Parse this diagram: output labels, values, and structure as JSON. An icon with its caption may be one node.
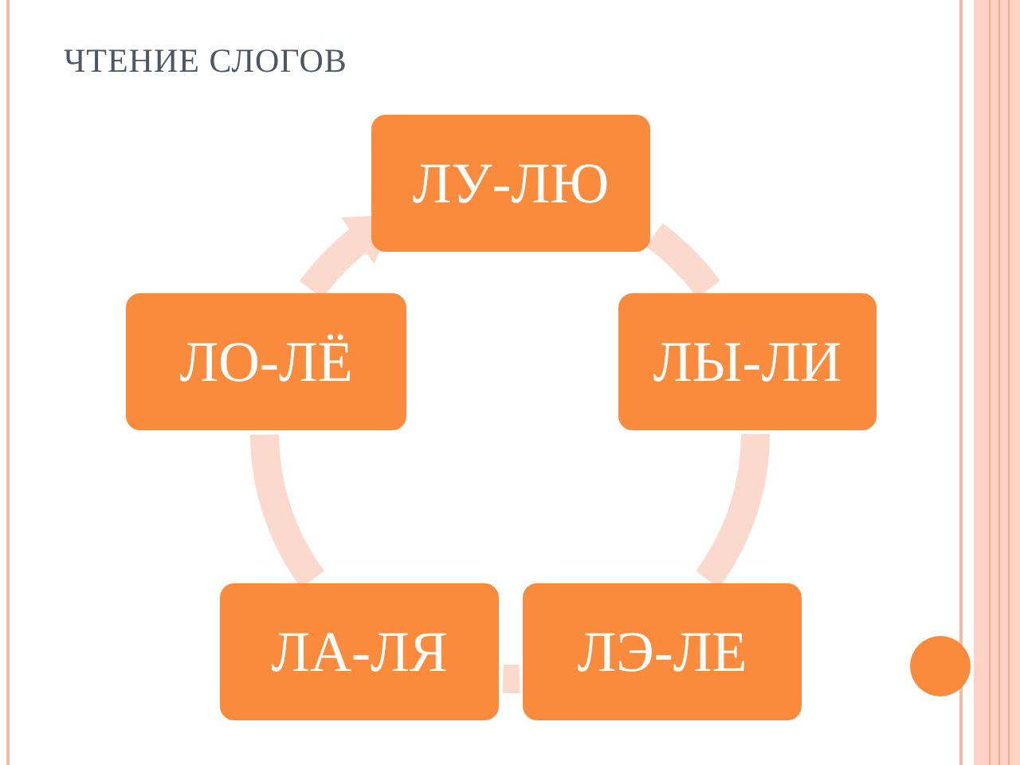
{
  "diagram": {
    "title": "ЧТЕНИЕ СЛОГОВ",
    "nodes": [
      {
        "text": [
          "ЛУ-ЛЮ"
        ]
      },
      {
        "text": [
          "ЛЫ-ЛИ"
        ]
      },
      {
        "text": [
          "ЛЭ-ЛЕ"
        ]
      },
      {
        "text": [
          "ЛА-ЛЯ"
        ]
      },
      {
        "text": [
          "ЛО-ЛЁ"
        ]
      }
    ],
    "edges": [
      {
        "from": 0,
        "to": 1,
        "arrow": "none"
      },
      {
        "from": 1,
        "to": 2,
        "arrow": "none"
      },
      {
        "from": 2,
        "to": 3,
        "arrow": "none"
      },
      {
        "from": 3,
        "to": 4,
        "arrow": "none"
      },
      {
        "from": 4,
        "to": 0,
        "arrow": "to"
      }
    ]
  }
}
